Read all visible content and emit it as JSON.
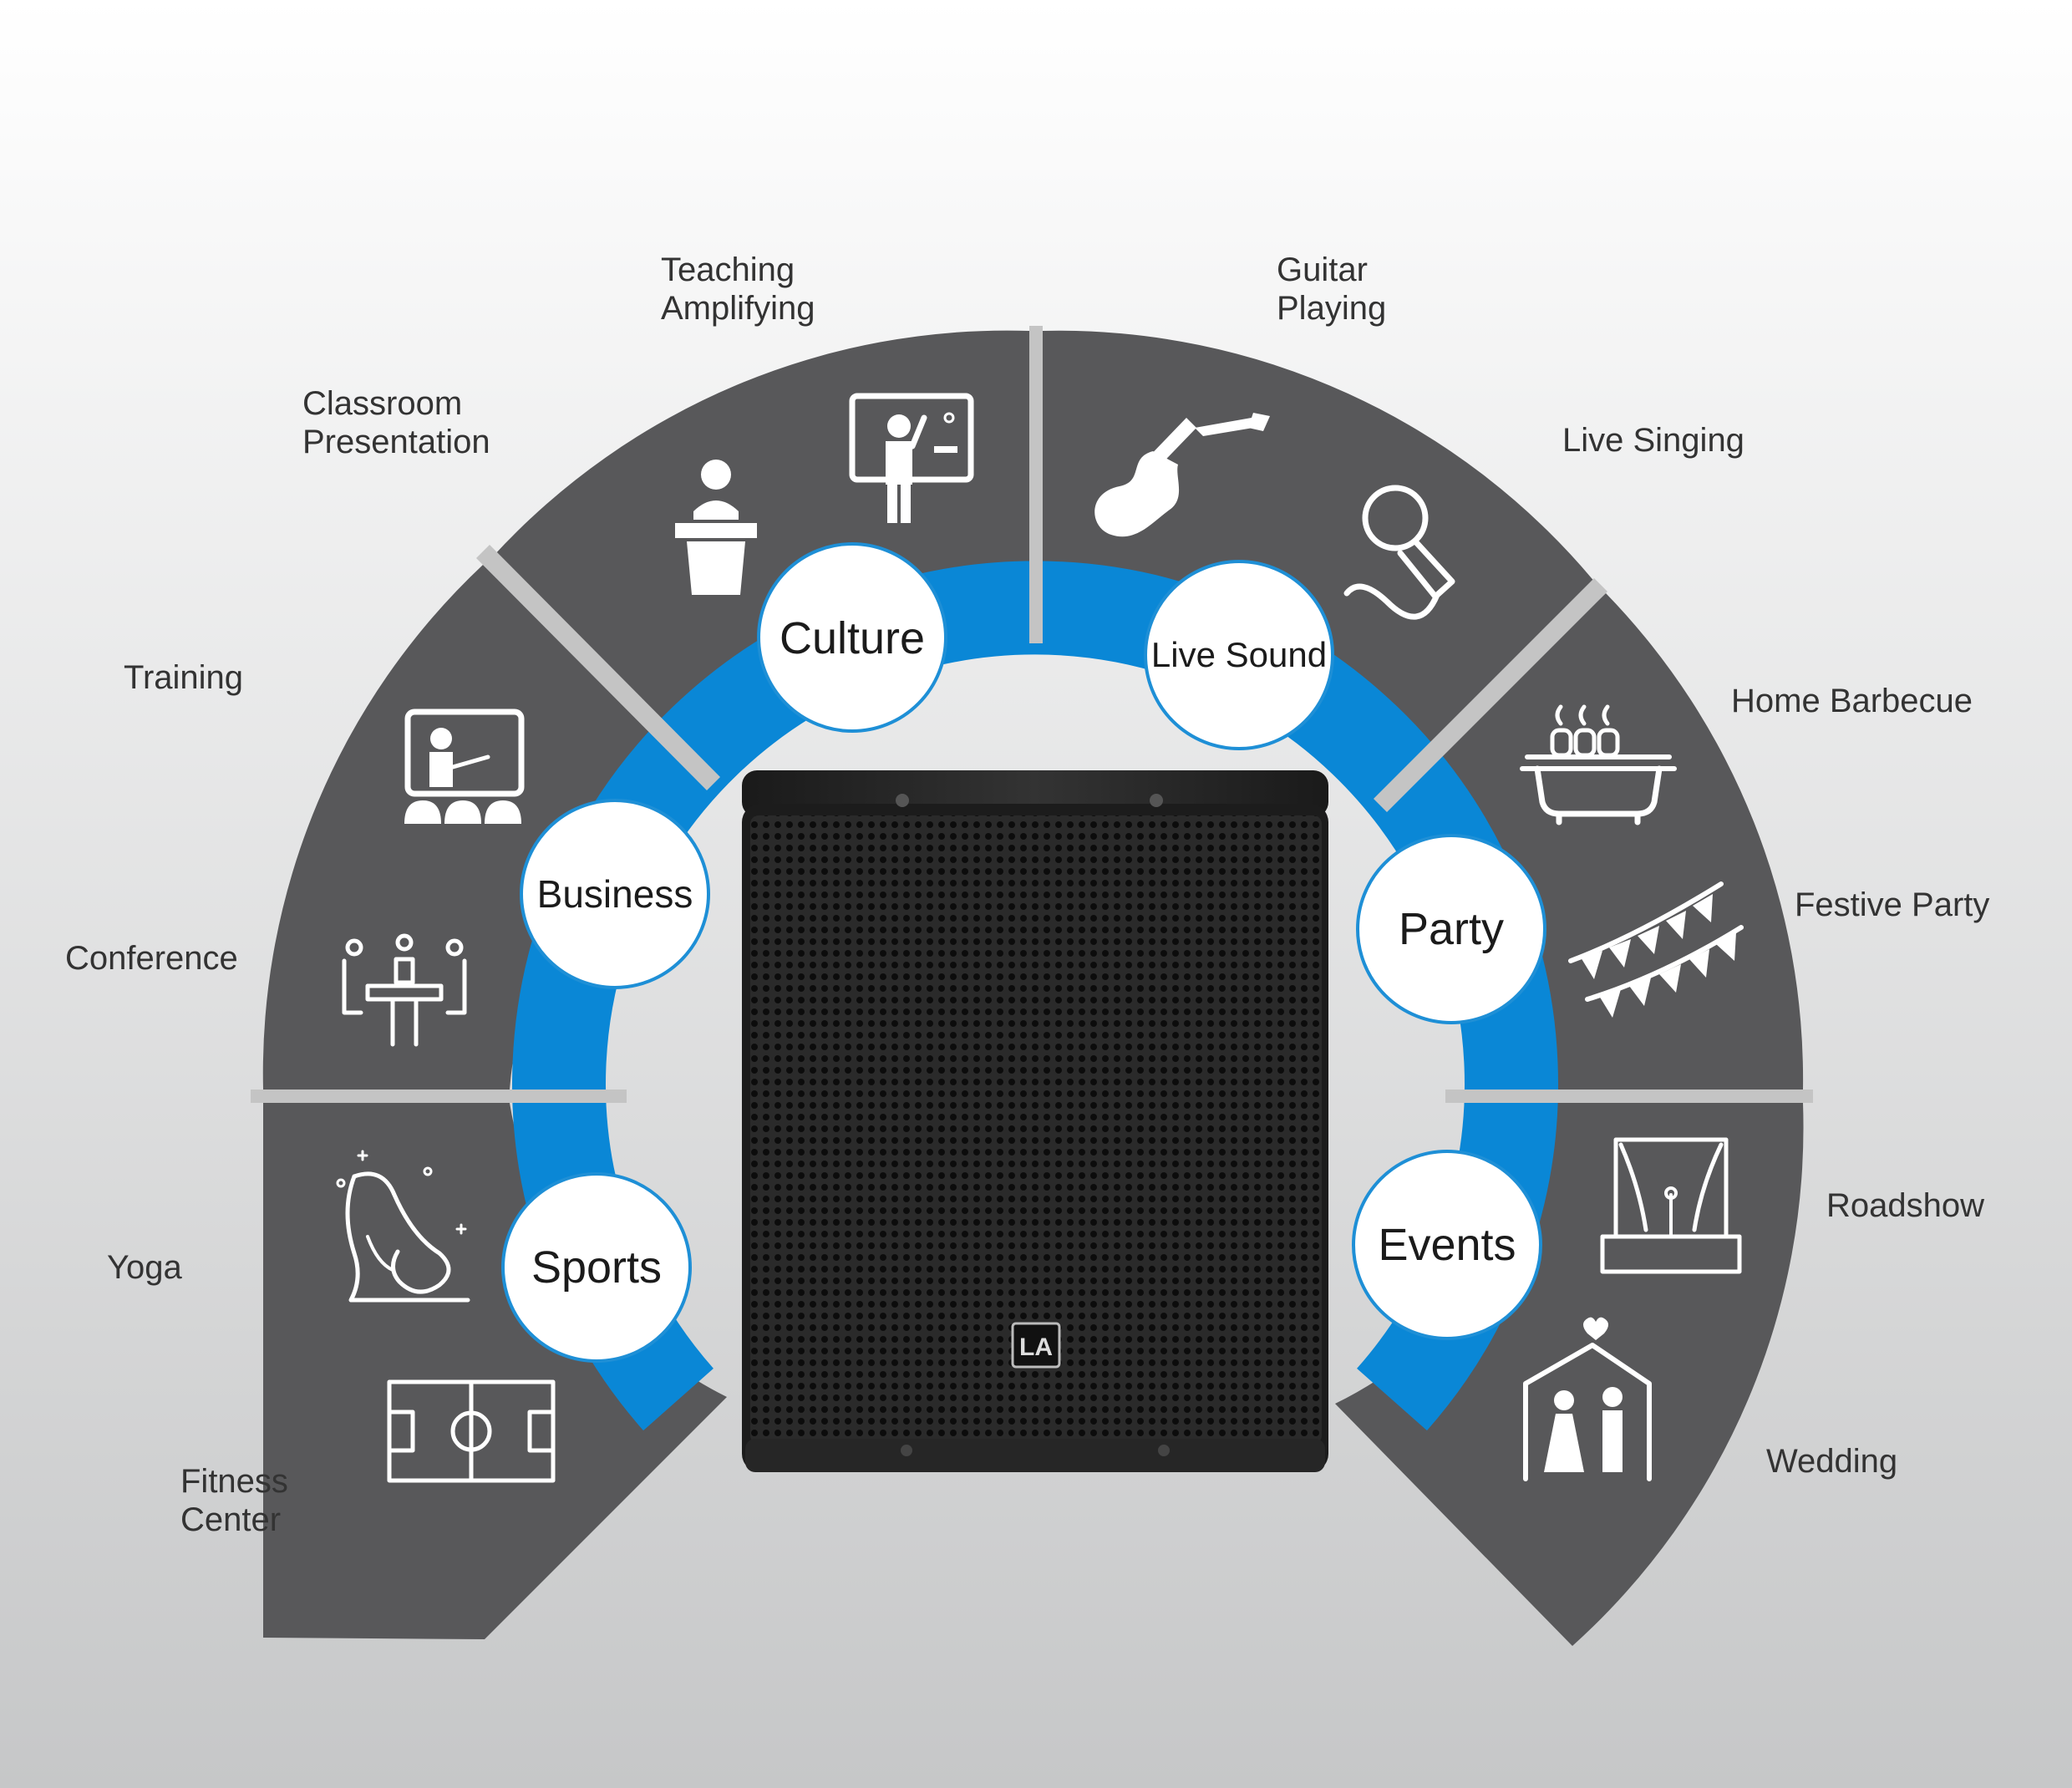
{
  "colors": {
    "panel": "#58585a",
    "ring": "#0a87d6",
    "divider": "#c4c4c4",
    "background_top": "#ffffff",
    "background_bottom": "#c8c9ca",
    "speaker": "#222222",
    "badge_border": "#1e8fd6"
  },
  "categories": [
    {
      "label": "Culture",
      "icons": [
        "lectern-speaker-icon",
        "chalkboard-teacher-icon"
      ]
    },
    {
      "label": "Live Sound",
      "icons": [
        "electric-guitar-icon",
        "microphone-icon"
      ]
    },
    {
      "label": "Business",
      "icons": [
        "training-presentation-icon",
        "conference-table-icon"
      ]
    },
    {
      "label": "Party",
      "icons": [
        "barbecue-grill-icon",
        "bunting-flags-icon"
      ]
    },
    {
      "label": "Sports",
      "icons": [
        "yoga-pose-icon",
        "soccer-field-icon"
      ]
    },
    {
      "label": "Events",
      "icons": [
        "stage-curtain-icon",
        "wedding-couple-icon"
      ]
    }
  ],
  "labels": {
    "teaching": [
      "Teaching",
      "Amplifying"
    ],
    "guitar": [
      "Guitar",
      "Playing"
    ],
    "classroom": [
      "Classroom",
      "Presentation"
    ],
    "live_singing": "Live Singing",
    "training": "Training",
    "home_barbecue": "Home Barbecue",
    "conference": "Conference",
    "festive_party": "Festive Party",
    "yoga": "Yoga",
    "roadshow": "Roadshow",
    "fitness": [
      "Fitness",
      "Center"
    ],
    "wedding": "Wedding"
  },
  "speaker": {
    "logo_text": "LA"
  }
}
